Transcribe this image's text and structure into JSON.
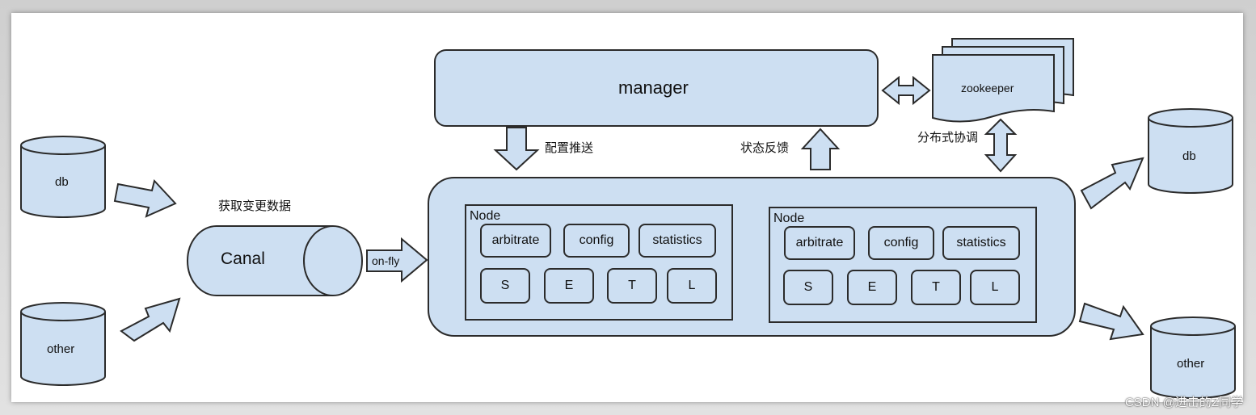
{
  "sources": {
    "db": "db",
    "other": "other"
  },
  "targets": {
    "db": "db",
    "other": "other"
  },
  "canal": "Canal",
  "fetch_label": "获取变更数据",
  "on_fly": "on-fly",
  "manager": "manager",
  "zookeeper": "zookeeper",
  "config_push": "配置推送",
  "status_feedback": "状态反馈",
  "coordination": "分布式协调",
  "nodes": [
    {
      "title": "Node",
      "top": [
        "arbitrate",
        "config",
        "statistics"
      ],
      "bottom": [
        "S",
        "E",
        "T",
        "L"
      ]
    },
    {
      "title": "Node",
      "top": [
        "arbitrate",
        "config",
        "statistics"
      ],
      "bottom": [
        "S",
        "E",
        "T",
        "L"
      ]
    }
  ],
  "watermark": "CSDN @进击的Z同学",
  "colors": {
    "fill": "#cddff2",
    "stroke": "#2b2b2b"
  }
}
